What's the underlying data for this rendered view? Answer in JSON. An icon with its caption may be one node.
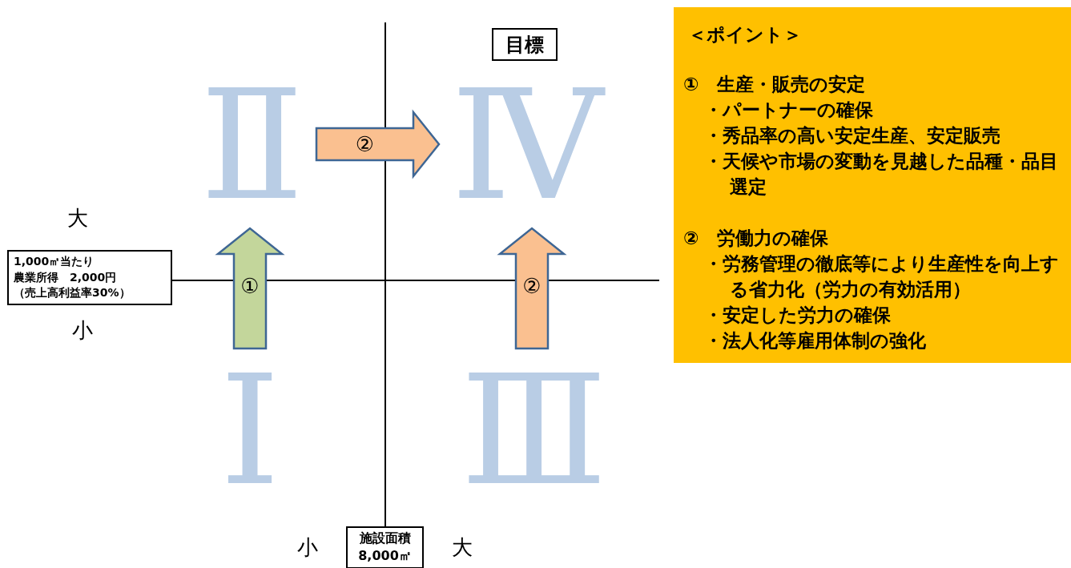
{
  "diagram": {
    "nodes": [
      {
        "text": [
          "目標"
        ]
      },
      {
        "text": [
          "1,000㎡当たり",
          "農業所得　2,000円",
          "（売上高利益率30%）"
        ]
      },
      {
        "text": [
          "施設面積",
          "8,000㎡"
        ]
      },
      {
        "text": [
          "Ⅱ"
        ]
      },
      {
        "text": [
          "Ⅳ"
        ]
      },
      {
        "text": [
          "Ⅰ"
        ]
      },
      {
        "text": [
          "Ⅲ"
        ]
      },
      {
        "text": [
          "＜ポイント＞",
          "①　生産・販売の安定",
          "・パートナーの確保",
          "・秀品率の高い安定生産、安定販売",
          "・天候や市場の変動を見越した品種・品目選定",
          "②　労働力の確保",
          "・労務管理の徹底等により生産性を向上する省力化（労力の有効活用）",
          "・安定した労力の確保",
          "・法人化等雇用体制の強化"
        ]
      }
    ],
    "edges": [
      {
        "from": 5,
        "to": 3,
        "arrow": "to",
        "label": "①",
        "color": "#c3d69b"
      },
      {
        "from": 3,
        "to": 4,
        "arrow": "to",
        "label": "②"
      },
      {
        "from": 6,
        "to": 4,
        "arrow": "to",
        "label": "②"
      }
    ],
    "labels": [
      "大",
      "小",
      "小",
      "大"
    ]
  }
}
